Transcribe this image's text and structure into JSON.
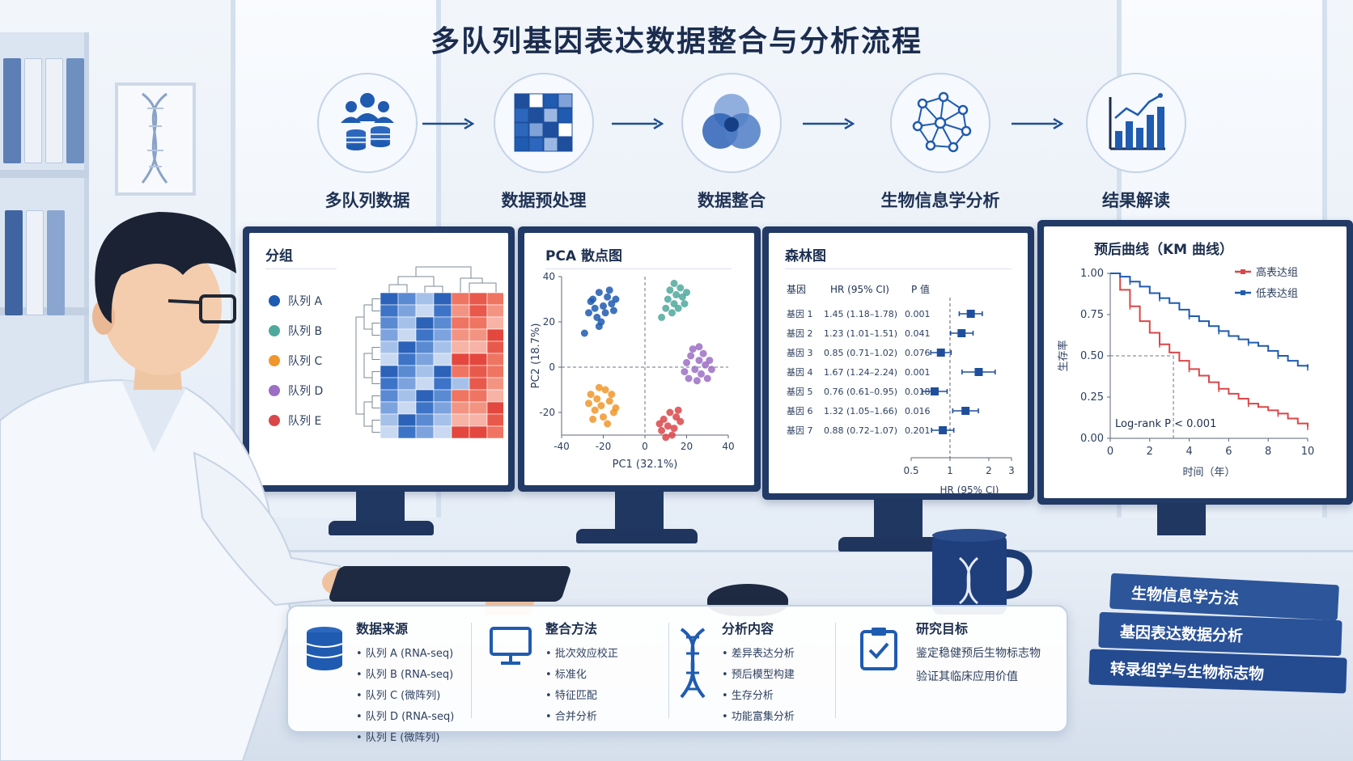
{
  "header": {
    "title": "多队列基因表达数据整合与分析流程",
    "steps": [
      {
        "label": "多队列数据",
        "icon": "people-database-icon"
      },
      {
        "label": "数据预处理",
        "icon": "grid-matrix-icon"
      },
      {
        "label": "数据整合",
        "icon": "venn-circles-icon"
      },
      {
        "label": "生物信息学分析",
        "icon": "network-icon"
      },
      {
        "label": "结果解读",
        "icon": "bar-trend-icon"
      }
    ]
  },
  "heatmap_panel": {
    "title": "分组",
    "groups": [
      {
        "label": "队列 A",
        "color": "#1f5bb0"
      },
      {
        "label": "队列 B",
        "color": "#4fa89c"
      },
      {
        "label": "队列 C",
        "color": "#f0962c"
      },
      {
        "label": "队列 D",
        "color": "#9b6fc4"
      },
      {
        "label": "队列 E",
        "color": "#d9474a"
      }
    ]
  },
  "pca_panel": {
    "title": "PCA 散点图",
    "xlabel": "PC1 (32.1%)",
    "ylabel": "PC2 (18.7%)",
    "xticks": [
      "-40",
      "-20",
      "0",
      "20",
      "40"
    ],
    "yticks": [
      "40",
      "20",
      "0",
      "-20"
    ]
  },
  "forest_panel": {
    "title": "森林图",
    "col_gene": "基因",
    "col_hr": "HR (95% CI)",
    "col_p": "P 值",
    "xlabel": "HR (95% CI)",
    "xticks": [
      "0.5",
      "1",
      "2",
      "3"
    ],
    "rows": [
      {
        "gene": "基因 1",
        "hr_text": "1.45 (1.18–1.78)",
        "p": "0.001"
      },
      {
        "gene": "基因 2",
        "hr_text": "1.23 (1.01–1.51)",
        "p": "0.041"
      },
      {
        "gene": "基因 3",
        "hr_text": "0.85 (0.71–1.02)",
        "p": "0.076"
      },
      {
        "gene": "基因 4",
        "hr_text": "1.67 (1.24–2.24)",
        "p": "0.001"
      },
      {
        "gene": "基因 5",
        "hr_text": "0.76 (0.61–0.95)",
        "p": "0.018"
      },
      {
        "gene": "基因 6",
        "hr_text": "1.32 (1.05–1.66)",
        "p": "0.016"
      },
      {
        "gene": "基因 7",
        "hr_text": "0.88 (0.72–1.07)",
        "p": "0.201"
      }
    ]
  },
  "km_panel": {
    "title": "预后曲线（KM 曲线）",
    "xlabel": "时间（年）",
    "ylabel": "生存率",
    "legend_high": "高表达组",
    "legend_low": "低表达组",
    "annotation": "Log-rank P < 0.001",
    "xticks": [
      "0",
      "2",
      "4",
      "6",
      "8",
      "10"
    ],
    "yticks": [
      "1.00",
      "0.75",
      "0.50",
      "0.25",
      "0.00"
    ],
    "color_high": "#d9474a",
    "color_low": "#1f5bb0"
  },
  "chart_data": [
    {
      "type": "heatmap",
      "title": "分组",
      "series": [
        {
          "name": "队列 A"
        },
        {
          "name": "队列 B"
        },
        {
          "name": "队列 C"
        },
        {
          "name": "队列 D"
        },
        {
          "name": "队列 E"
        }
      ],
      "rows": 12,
      "cols": 7
    },
    {
      "type": "scatter",
      "title": "PCA 散点图",
      "xlabel": "PC1 (32.1%)",
      "ylabel": "PC2 (18.7%)",
      "xlim": [
        -40,
        40
      ],
      "ylim": [
        -30,
        40
      ],
      "series": [
        {
          "name": "队列 A",
          "color": "#1f5bb0",
          "points": [
            [
              -25,
              30
            ],
            [
              -22,
              33
            ],
            [
              -18,
              31
            ],
            [
              -20,
              27
            ],
            [
              -24,
              26
            ],
            [
              -16,
              28
            ],
            [
              -19,
              24
            ],
            [
              -23,
              22
            ],
            [
              -27,
              24
            ],
            [
              -21,
              20
            ],
            [
              -15,
              25
            ],
            [
              -17,
              34
            ],
            [
              -26,
              29
            ],
            [
              -14,
              30
            ],
            [
              -22,
              18
            ],
            [
              -29,
              15
            ]
          ]
        },
        {
          "name": "队列 B",
          "color": "#4fa89c",
          "points": [
            [
              12,
              34
            ],
            [
              15,
              32
            ],
            [
              18,
              31
            ],
            [
              14,
              28
            ],
            [
              10,
              26
            ],
            [
              16,
              26
            ],
            [
              13,
              24
            ],
            [
              19,
              28
            ],
            [
              11,
              30
            ],
            [
              8,
              22
            ],
            [
              17,
              35
            ],
            [
              14,
              37
            ],
            [
              20,
              33
            ]
          ]
        },
        {
          "name": "队列 C",
          "color": "#f0962c",
          "points": [
            [
              -26,
              -12
            ],
            [
              -23,
              -14
            ],
            [
              -19,
              -10
            ],
            [
              -21,
              -17
            ],
            [
              -17,
              -15
            ],
            [
              -24,
              -19
            ],
            [
              -15,
              -20
            ],
            [
              -20,
              -22
            ],
            [
              -27,
              -16
            ],
            [
              -18,
              -25
            ],
            [
              -22,
              -9
            ],
            [
              -14,
              -18
            ],
            [
              -25,
              -23
            ],
            [
              -16,
              -12
            ]
          ]
        },
        {
          "name": "队列 D",
          "color": "#9b6fc4",
          "points": [
            [
              22,
              5
            ],
            [
              26,
              3
            ],
            [
              29,
              1
            ],
            [
              24,
              -1
            ],
            [
              20,
              2
            ],
            [
              27,
              -3
            ],
            [
              31,
              3
            ],
            [
              23,
              8
            ],
            [
              19,
              -2
            ],
            [
              28,
              6
            ],
            [
              25,
              -6
            ],
            [
              32,
              -1
            ],
            [
              21,
              -5
            ],
            [
              30,
              -5
            ],
            [
              26,
              9
            ]
          ]
        },
        {
          "name": "队列 E",
          "color": "#d9474a",
          "points": [
            [
              9,
              -23
            ],
            [
              12,
              -20
            ],
            [
              15,
              -22
            ],
            [
              11,
              -26
            ],
            [
              8,
              -28
            ],
            [
              14,
              -27
            ],
            [
              17,
              -24
            ],
            [
              10,
              -31
            ],
            [
              13,
              -30
            ],
            [
              16,
              -19
            ],
            [
              7,
              -25
            ]
          ]
        }
      ]
    },
    {
      "type": "forest",
      "title": "森林图",
      "xlabel": "HR (95% CI)",
      "xlim": [
        0.5,
        3
      ],
      "reference": 1,
      "genes": [
        "基因 1",
        "基因 2",
        "基因 3",
        "基因 4",
        "基因 5",
        "基因 6",
        "基因 7"
      ],
      "hr": [
        1.45,
        1.23,
        0.85,
        1.67,
        0.76,
        1.32,
        0.88
      ],
      "ci_low": [
        1.18,
        1.01,
        0.71,
        1.24,
        0.61,
        1.05,
        0.72
      ],
      "ci_high": [
        1.78,
        1.51,
        1.02,
        2.24,
        0.95,
        1.66,
        1.07
      ],
      "p": [
        0.001,
        0.041,
        0.076,
        0.001,
        0.018,
        0.016,
        0.201
      ]
    },
    {
      "type": "line",
      "title": "预后曲线（KM 曲线）",
      "xlabel": "时间（年）",
      "ylabel": "生存率",
      "xlim": [
        0,
        10
      ],
      "ylim": [
        0,
        1
      ],
      "series": [
        {
          "name": "高表达组",
          "color": "#d9474a",
          "x": [
            0,
            0.5,
            1,
            1.5,
            2,
            2.5,
            3,
            3.5,
            4,
            4.5,
            5,
            5.5,
            6,
            6.5,
            7,
            7.5,
            8,
            8.5,
            9,
            9.5,
            10
          ],
          "y": [
            1.0,
            0.9,
            0.8,
            0.71,
            0.64,
            0.57,
            0.52,
            0.47,
            0.42,
            0.38,
            0.34,
            0.3,
            0.27,
            0.24,
            0.21,
            0.19,
            0.17,
            0.15,
            0.12,
            0.09,
            0.07
          ]
        },
        {
          "name": "低表达组",
          "color": "#1f5bb0",
          "x": [
            0,
            0.5,
            1,
            1.5,
            2,
            2.5,
            3,
            3.5,
            4,
            4.5,
            5,
            5.5,
            6,
            6.5,
            7,
            7.5,
            8,
            8.5,
            9,
            9.5,
            10
          ],
          "y": [
            1.0,
            0.98,
            0.95,
            0.92,
            0.88,
            0.85,
            0.82,
            0.78,
            0.74,
            0.71,
            0.68,
            0.65,
            0.62,
            0.6,
            0.58,
            0.56,
            0.53,
            0.5,
            0.47,
            0.44,
            0.43
          ]
        }
      ],
      "annotation": "Log-rank P < 0.001"
    }
  ],
  "info": {
    "data_source": {
      "heading": "数据来源",
      "items": [
        "队列 A (RNA-seq)",
        "队列 B (RNA-seq)",
        "队列 C (微阵列)",
        "队列 D (RNA-seq)",
        "队列 E (微阵列)"
      ]
    },
    "integration": {
      "heading": "整合方法",
      "items": [
        "批次效应校正",
        "标准化",
        "特征匹配",
        "合并分析"
      ]
    },
    "analysis": {
      "heading": "分析内容",
      "items": [
        "差异表达分析",
        "预后模型构建",
        "生存分析",
        "功能富集分析"
      ]
    },
    "goal": {
      "heading": "研究目标",
      "lines": [
        "鉴定稳健预后生物标志物",
        "验证其临床应用价值"
      ]
    }
  },
  "books": [
    "生物信息学方法",
    "基因表达数据分析",
    "转录组学与生物标志物"
  ],
  "colors": {
    "accent": "#1f5bb0",
    "navy": "#223a66",
    "red": "#d9474a"
  }
}
